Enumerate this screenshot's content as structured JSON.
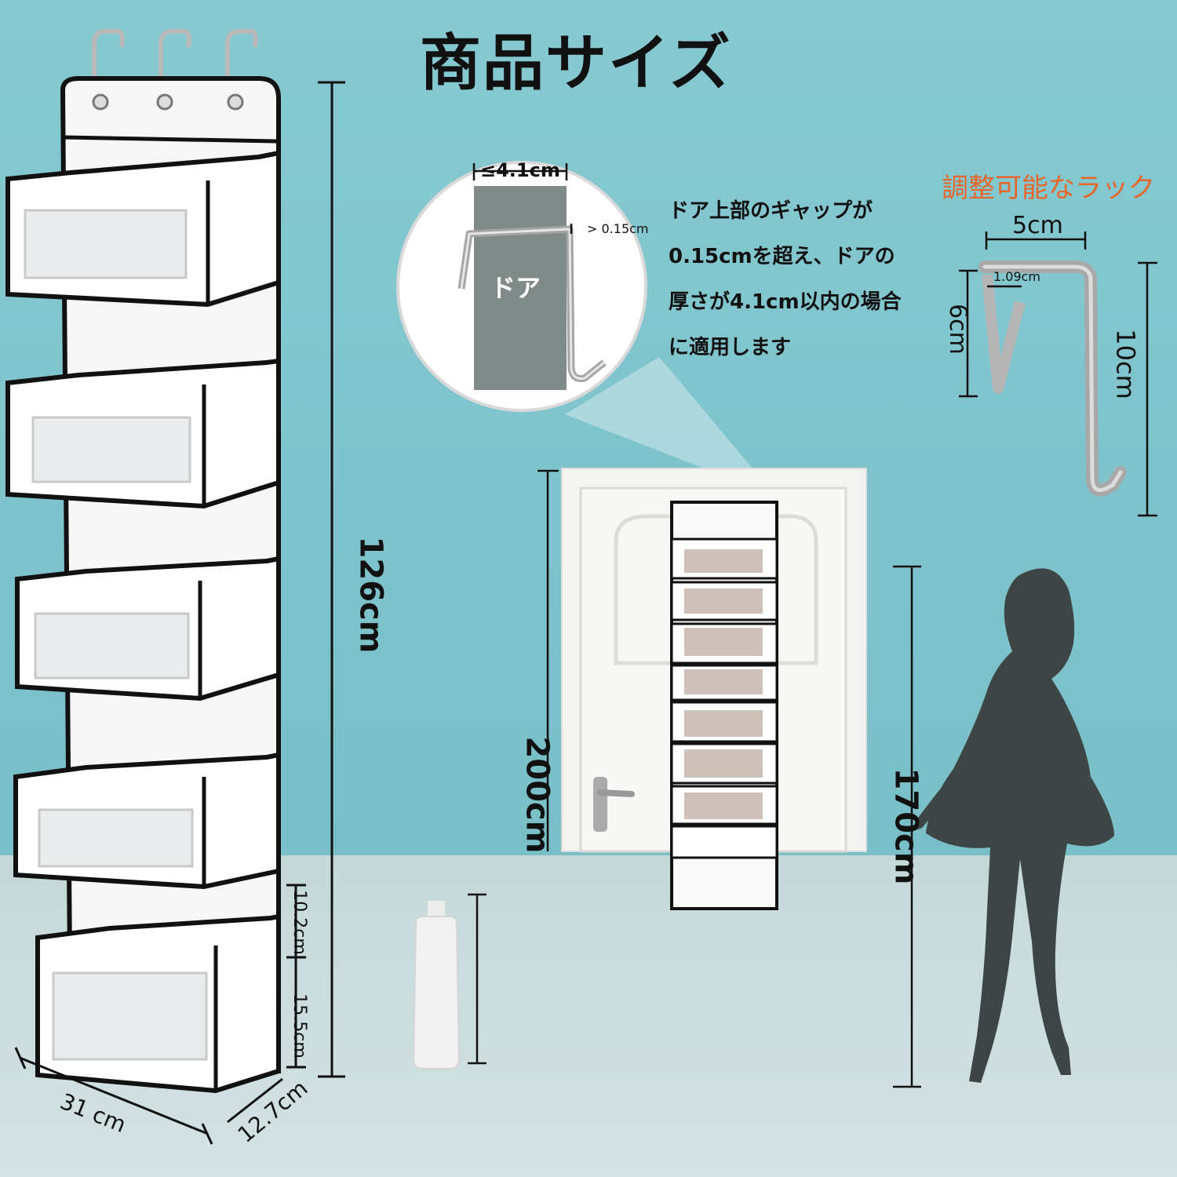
{
  "title": "商品サイズ",
  "organizer": {
    "height": "126cm",
    "width": "31 cm",
    "depth": "12.7cm",
    "pocket_top_height": "10.2cm",
    "pocket_front_height": "15.5cm"
  },
  "hook_detail": {
    "door_thickness": "≤4.1cm",
    "gap": "> 0.15cm",
    "door_label": "ドア",
    "description": [
      "ドア上部のギャップが",
      "0.15cmを超え、ドアの",
      "厚さが4.1cm以内の場合",
      "に適用します"
    ]
  },
  "adjustable_rack": {
    "label": "調整可能なラック",
    "width": "5cm",
    "inner_gap": "1.09cm",
    "short_height": "6cm",
    "total_height": "10cm"
  },
  "scene": {
    "door_height": "200cm",
    "person_height": "170cm"
  },
  "colors": {
    "wall": "#7ec3cc",
    "floor": "#d3e2e2",
    "accent": "#e8662a",
    "trim": "#111111"
  }
}
